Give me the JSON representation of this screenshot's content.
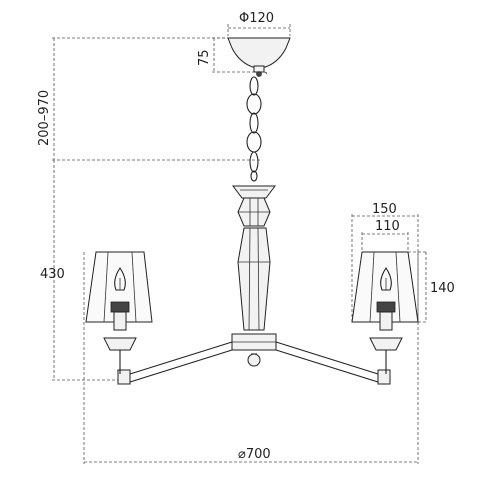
{
  "dimensions": {
    "canopy_diameter": "Φ120",
    "canopy_height": "75",
    "chain_length": "200–970",
    "total_height": "430",
    "shade_outer_width": "150",
    "shade_inner_width": "110",
    "shade_height": "140",
    "overall_diameter": "⌀700"
  }
}
